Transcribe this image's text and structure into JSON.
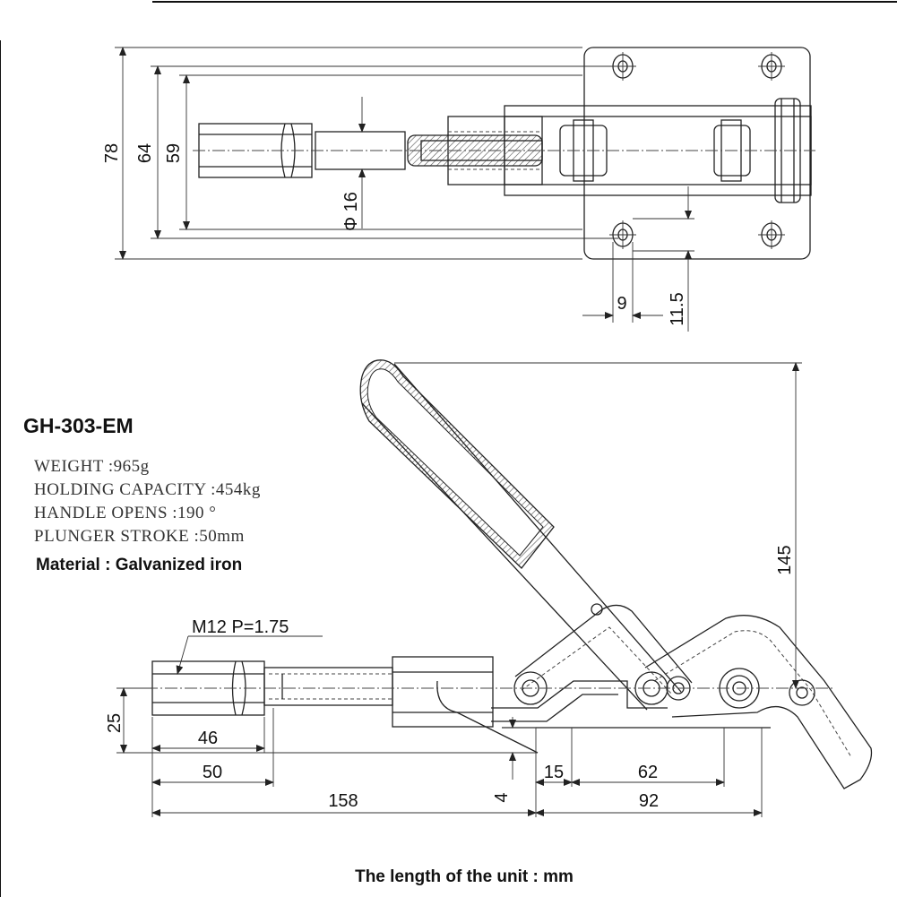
{
  "model": "GH-303-EM",
  "specs": {
    "weight": "WEIGHT :965g",
    "capacity": "HOLDING CAPACITY :454kg",
    "handle": "HANDLE OPENS :190 °",
    "stroke": "PLUNGER STROKE :50mm"
  },
  "material": "Material :  Galvanized iron",
  "thread_label": "M12  P=1.75",
  "footer": "The length of the unit  :  mm",
  "top_view_dims": {
    "d78": "78",
    "d64": "64",
    "d59": "59",
    "d16": "Φ 16",
    "d9": "9",
    "d11_5": "11.5"
  },
  "side_view_dims": {
    "d145": "145",
    "d25": "25",
    "d46": "46",
    "d50": "50",
    "d158": "158",
    "d4": "4",
    "d15": "15",
    "d62": "62",
    "d92": "92"
  }
}
